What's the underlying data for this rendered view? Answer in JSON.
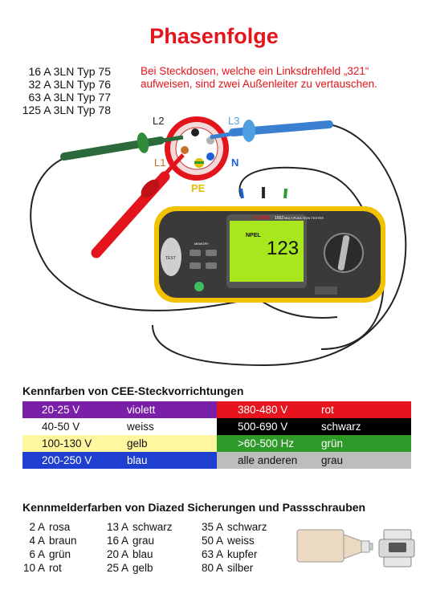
{
  "title": "Phasenfolge",
  "types": [
    "16 A 3LN Typ 75",
    "32 A 3LN Typ 76",
    "63 A 3LN Typ 77",
    "125 A 3LN Typ 78"
  ],
  "note": [
    "Bei Steckdosen, welche ein Linksdrehfeld „321“",
    "aufweisen, sind zwei Außenleiter zu vertauschen."
  ],
  "diagram": {
    "labels": {
      "l1": "L1",
      "l2": "L2",
      "l3": "L3",
      "n": "N",
      "pe": "PE"
    },
    "device": {
      "brand": "FLUKE",
      "model": "1662",
      "series": "MULTIFUNCTION TESTER",
      "display_value": "123",
      "display_label": "NPEL",
      "test_button": "TEST",
      "memory_label": "MEMORY"
    }
  },
  "colors": {
    "title": "#e3141b",
    "l1": "#c8702a",
    "l2": "#222222",
    "l3": "#4f9fe0",
    "n": "#1f5fd6",
    "pe": "#e0c000"
  },
  "cee_title": "Kennfarben von CEE-Steckvorrichtungen",
  "cee_rows": [
    [
      {
        "range": "20-25 V",
        "color": "violett",
        "bg": "#7a1fa8",
        "fg": "#ffffff"
      },
      {
        "range": "380-480 V",
        "color": "rot",
        "bg": "#e6141c",
        "fg": "#ffffff"
      }
    ],
    [
      {
        "range": "40-50 V",
        "color": "weiss",
        "bg": "#ffffff",
        "fg": "#111111"
      },
      {
        "range": "500-690 V",
        "color": "schwarz",
        "bg": "#000000",
        "fg": "#ffffff"
      }
    ],
    [
      {
        "range": "100-130 V",
        "color": "gelb",
        "bg": "#fff7a0",
        "fg": "#111111"
      },
      {
        "range": ">60-500 Hz",
        "color": "grün",
        "bg": "#2f9a2a",
        "fg": "#ffffff"
      }
    ],
    [
      {
        "range": "200-250 V",
        "color": "blau",
        "bg": "#1f3fd0",
        "fg": "#ffffff"
      },
      {
        "range": "alle anderen",
        "color": "grau",
        "bg": "#bdbdbd",
        "fg": "#111111"
      }
    ]
  ],
  "fuse_title": "Kennmelderfarben von Diazed Sicherungen und Passschrauben",
  "fuse_cols": [
    [
      {
        "amp": "2 A",
        "color": "rosa"
      },
      {
        "amp": "4 A",
        "color": "braun"
      },
      {
        "amp": "6 A",
        "color": "grün"
      },
      {
        "amp": "10 A",
        "color": "rot"
      }
    ],
    [
      {
        "amp": "13 A",
        "color": "schwarz"
      },
      {
        "amp": "16 A",
        "color": "grau"
      },
      {
        "amp": "20 A",
        "color": "blau"
      },
      {
        "amp": "25 A",
        "color": "gelb"
      }
    ],
    [
      {
        "amp": "35 A",
        "color": "schwarz"
      },
      {
        "amp": "50 A",
        "color": "weiss"
      },
      {
        "amp": "63 A",
        "color": "kupfer"
      },
      {
        "amp": "80 A",
        "color": "silber"
      }
    ]
  ]
}
